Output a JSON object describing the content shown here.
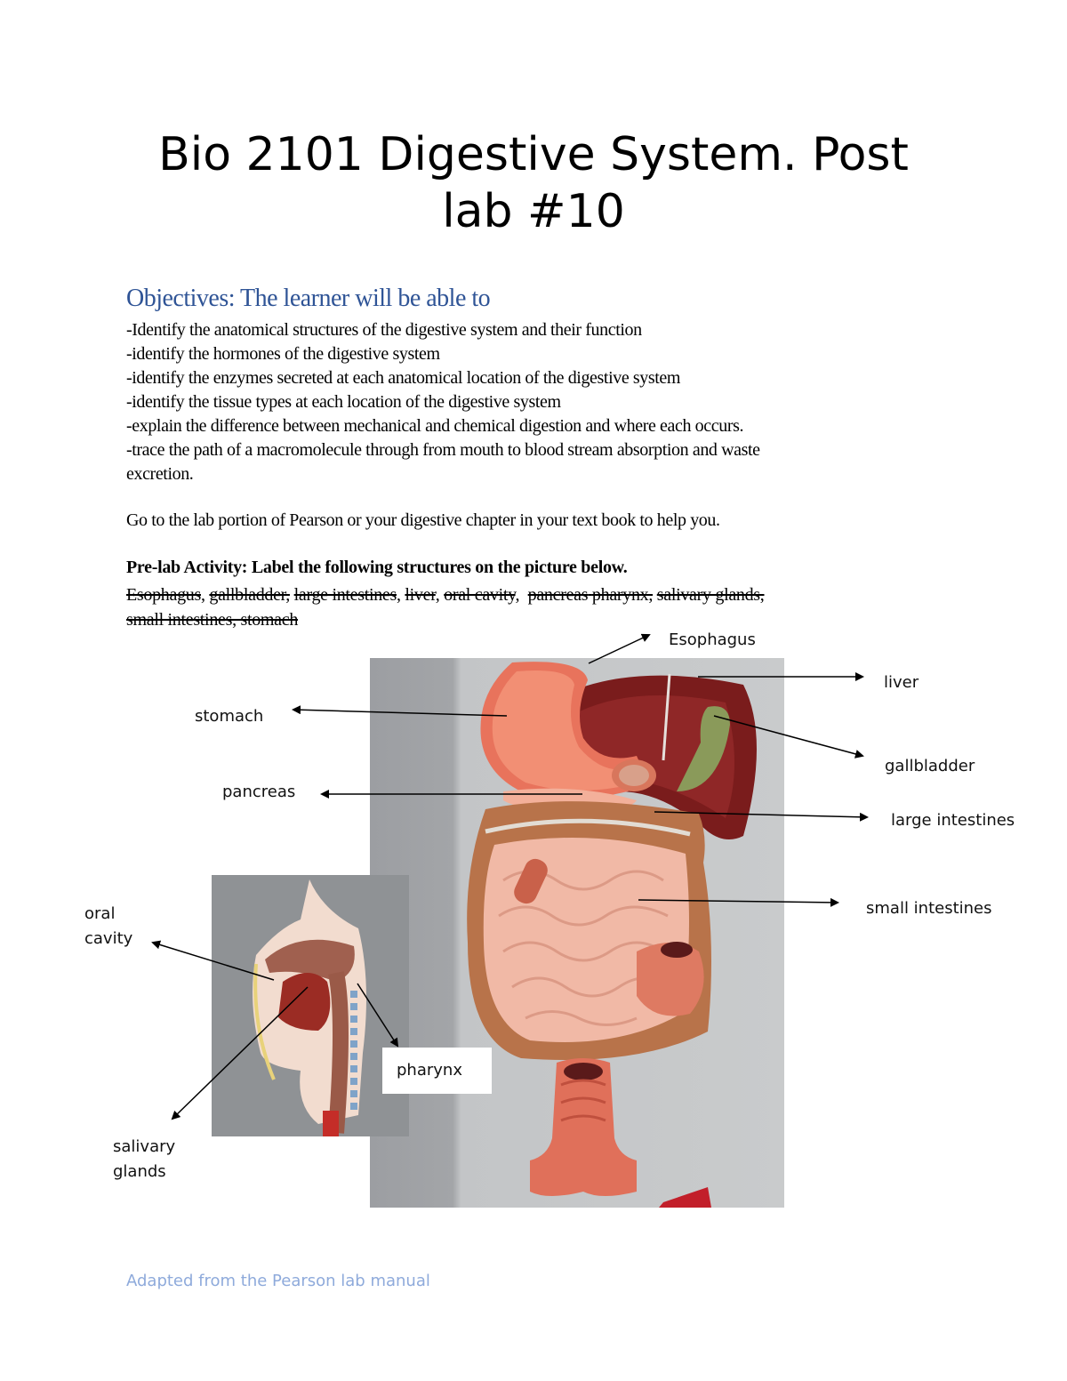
{
  "document": {
    "title_line1": "Bio 2101 Digestive System. Post",
    "title_line2": "lab #10",
    "objectives_heading": "Objectives:  The learner will be able to",
    "objectives": [
      "-Identify the anatomical structures of the digestive system and their function",
      "-identify the hormones of the digestive system",
      "-identify the enzymes secreted at each anatomical location of the digestive system",
      "-identify the tissue types at each location of the digestive system",
      "-explain the difference between mechanical and chemical digestion and where each occurs.",
      "-trace the path of a macromolecule through from mouth to blood stream absorption and waste",
      "excretion."
    ],
    "instruction": "Go to the lab portion of Pearson or your digestive chapter in your text book to help you.",
    "prelab_heading": "Pre-lab Activity: Label the following structures on the picture below.",
    "structures": {
      "line1": [
        "Esophagus",
        ", ",
        "gallbladder,",
        " ",
        "large intestines",
        ", ",
        "liver",
        ", ",
        "oral cavity",
        ",  ",
        "pancreas",
        " ",
        "pharynx,",
        " ",
        "salivary glands,"
      ],
      "line2": [
        "small intestines, stomach"
      ]
    },
    "footer": "Adapted from the Pearson lab manual"
  },
  "figure": {
    "labels": {
      "esophagus": "Esophagus",
      "liver": "liver",
      "stomach": "stomach",
      "gallbladder": "gallbladder",
      "pancreas": "pancreas",
      "large_intestines": "large intestines",
      "small_intestines": "small intestines",
      "oral_cavity_1": "oral",
      "oral_cavity_2": "cavity",
      "pharynx": "pharynx",
      "salivary_glands_1": "salivary",
      "salivary_glands_2": "glands"
    },
    "colors": {
      "heading_blue": "#2f5496",
      "footer_blue": "#8eaadb",
      "background_gray": "#b4b6b9",
      "stomach": "#f08a70",
      "liver": "#7a1c1c",
      "gallbladder": "#8a9a5a",
      "small_intestine": "#f1b9a6",
      "large_intestine": "#b8734a"
    }
  }
}
